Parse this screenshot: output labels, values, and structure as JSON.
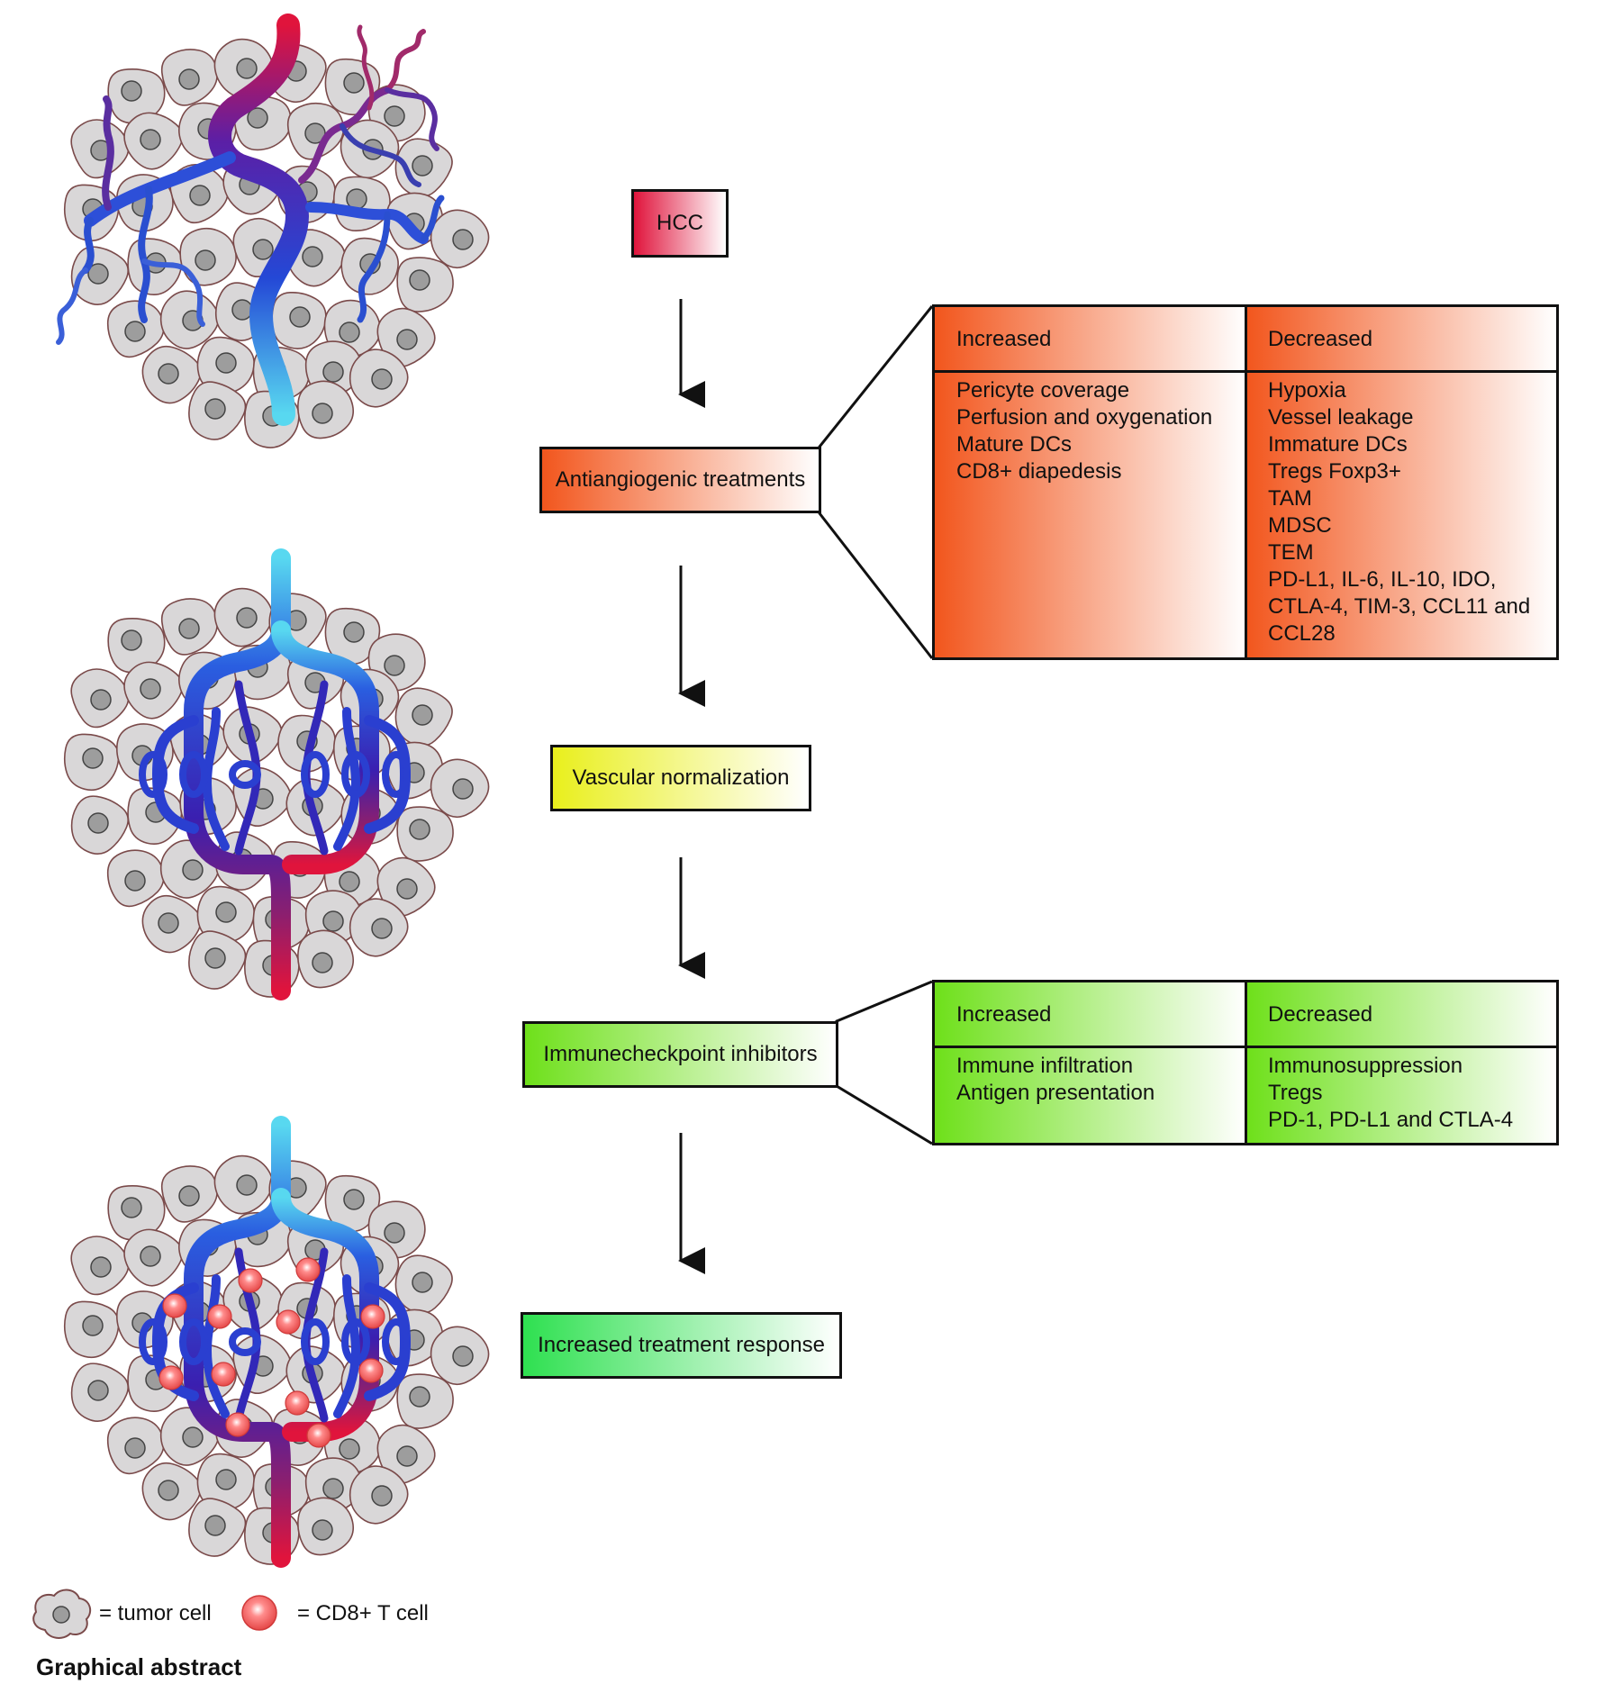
{
  "flow": {
    "hcc": "HCC",
    "antiangiogenic": "Antiangiogenic treatments",
    "vascular": "Vascular normalization",
    "immune": "Immunecheckpoint inhibitors",
    "response": "Increased treatment response"
  },
  "table1": {
    "inc_header": "Increased",
    "dec_header": "Decreased",
    "increased": [
      "Pericyte coverage",
      "Perfusion and oxygenation",
      "Mature DCs",
      "CD8+ diapedesis"
    ],
    "decreased": [
      "Hypoxia",
      "Vessel leakage",
      "Immature DCs",
      "Tregs Foxp3+",
      "TAM",
      "MDSC",
      "TEM",
      "PD-L1, IL-6, IL-10, IDO,",
      "CTLA-4, TIM-3, CCL11 and",
      "CCL28"
    ]
  },
  "table2": {
    "inc_header": "Increased",
    "dec_header": "Decreased",
    "increased": [
      "Immune infiltration",
      "Antigen presentation"
    ],
    "decreased": [
      "Immunosuppression",
      "Tregs",
      "PD-1, PD-L1 and CTLA-4"
    ]
  },
  "legend": {
    "tumor": "= tumor cell",
    "tcell": "= CD8+ T cell"
  },
  "footer": {
    "title": "Graphical abstract"
  },
  "colors": {
    "hcc": "#e0143c",
    "antiangiogenic": "#f2561d",
    "vascular": "#e9ef1c",
    "immune": "#6ee01a",
    "response": "#2ee050",
    "tumor_fill": "#d9d7d8",
    "tumor_stroke": "#7a4a4a",
    "nucleus": "#9d9d9d",
    "tcell": "#f26060"
  }
}
